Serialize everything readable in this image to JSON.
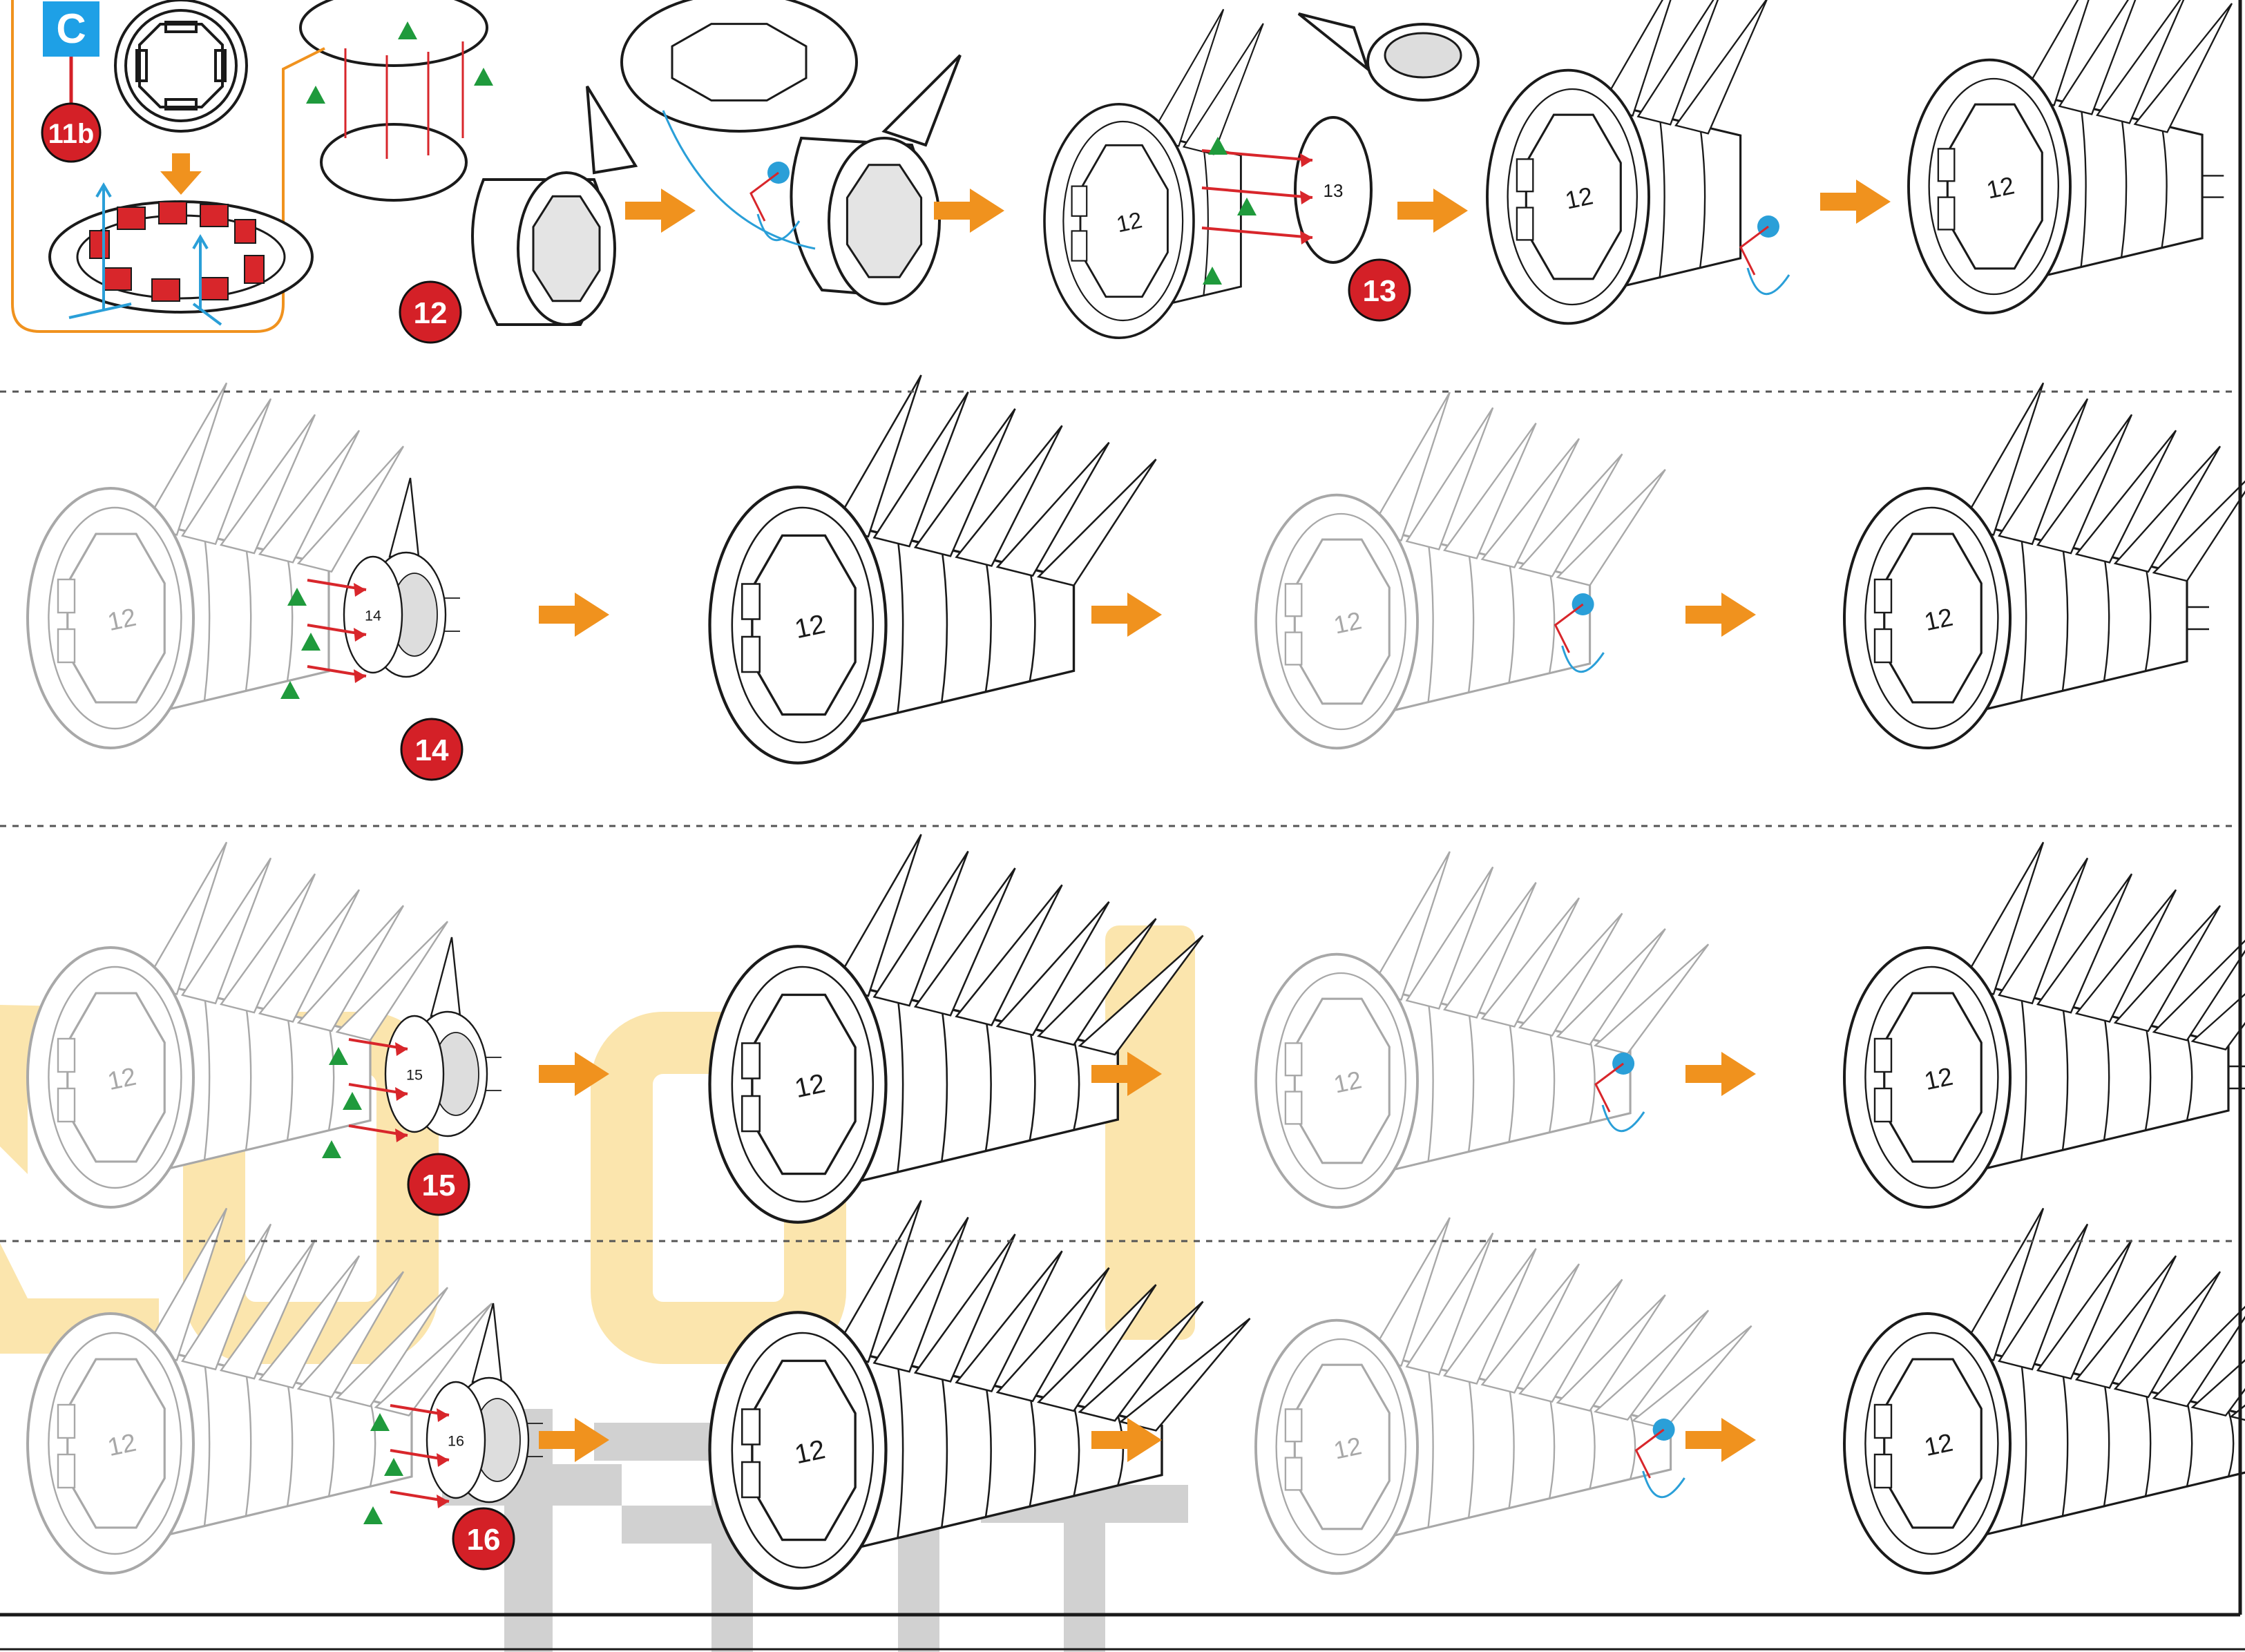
{
  "section": {
    "letter": "C"
  },
  "inset": {
    "ref_badge": "11b"
  },
  "rows": [
    {
      "badge": "13",
      "badge2": "12",
      "target_label": "12",
      "part_label": "13",
      "steps": [
        {
          "kind": "parts-12",
          "label": ""
        },
        {
          "kind": "mount-12",
          "label": ""
        },
        {
          "kind": "attach-13",
          "label": "12"
        },
        {
          "kind": "fold",
          "label": "12"
        },
        {
          "kind": "done",
          "label": "12"
        }
      ]
    },
    {
      "badge": "14",
      "target_label": "12",
      "part_label": "14",
      "steps": [
        {
          "kind": "attach",
          "label": "12"
        },
        {
          "kind": "placed",
          "label": "12"
        },
        {
          "kind": "fold",
          "label": "12"
        },
        {
          "kind": "done",
          "label": "12"
        }
      ]
    },
    {
      "badge": "15",
      "target_label": "12",
      "part_label": "15",
      "steps": [
        {
          "kind": "attach",
          "label": "12"
        },
        {
          "kind": "placed",
          "label": "12"
        },
        {
          "kind": "fold",
          "label": "12"
        },
        {
          "kind": "done",
          "label": "12"
        }
      ]
    },
    {
      "badge": "16",
      "target_label": "12",
      "part_label": "16",
      "steps": [
        {
          "kind": "attach",
          "label": "12"
        },
        {
          "kind": "placed",
          "label": "12"
        },
        {
          "kind": "fold",
          "label": "12"
        },
        {
          "kind": "done",
          "label": "12"
        }
      ]
    }
  ],
  "colors": {
    "badge_red": "#d42027",
    "badge_blue": "#1ea0e6",
    "arrow_orange": "#f0921e",
    "tri_green": "#1f9a3c",
    "glue_red": "#d8262b",
    "fold_blue": "#2a9fd8",
    "line_dark": "#1a1a1a",
    "line_faded": "#a8a8a8",
    "watermark_yellow": "#f6c54a",
    "watermark_gray": "#9a9a9a"
  }
}
